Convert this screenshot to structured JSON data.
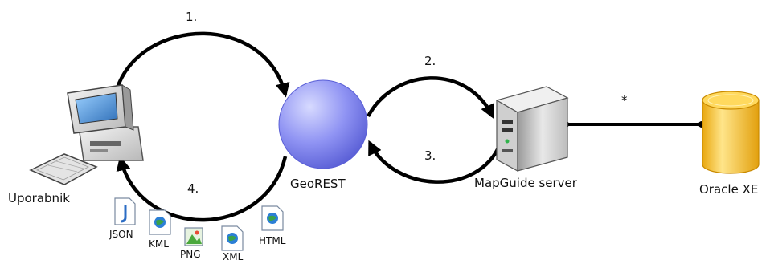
{
  "nodes": {
    "user": "Uporabnik",
    "georest": "GeoREST",
    "mapguide": "MapGuide server",
    "oracle": "Oracle XE"
  },
  "steps": [
    "1.",
    "2.",
    "3.",
    "4."
  ],
  "connector_label": "*",
  "formats": [
    "JSON",
    "KML",
    "PNG",
    "XML",
    "HTML"
  ],
  "colors": {
    "arrow": "#000000",
    "georest_fill": "#8b8ff2",
    "oracle_fill": "#f5c533",
    "server_body": "#d9d9d9"
  }
}
